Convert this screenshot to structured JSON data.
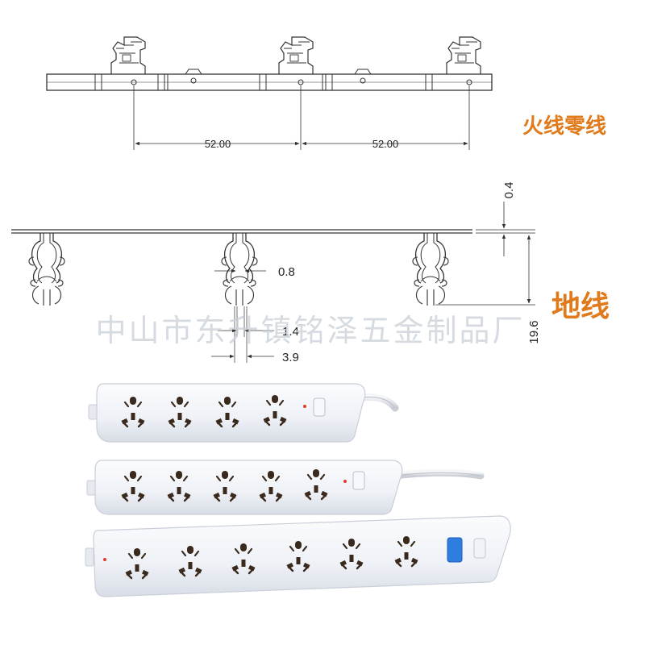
{
  "top_diagram": {
    "dimensions": [
      "52.00",
      "52.00"
    ],
    "label": "火线零线",
    "label_color": "#e07a1a"
  },
  "middle_diagram": {
    "dim_thickness": "0.4",
    "dim_gap": "0.8",
    "dim_inner": "1.4",
    "dim_outer": "3.9",
    "dim_height": "19.6",
    "label": "地线",
    "label_color": "#e07a1a"
  },
  "watermark": "中山市东升镇铭泽五金制品厂",
  "products": [
    {
      "name": "4-outlet power strip",
      "outlets": 4
    },
    {
      "name": "5-outlet power strip",
      "outlets": 5
    },
    {
      "name": "6-outlet power strip",
      "outlets": 6
    }
  ],
  "colors": {
    "line": "#333333",
    "strip_body": "#f1f3f7",
    "strip_edge": "#c9ced8",
    "switch_blue": "#2f7de1",
    "indicator_red": "#e23b2b"
  }
}
